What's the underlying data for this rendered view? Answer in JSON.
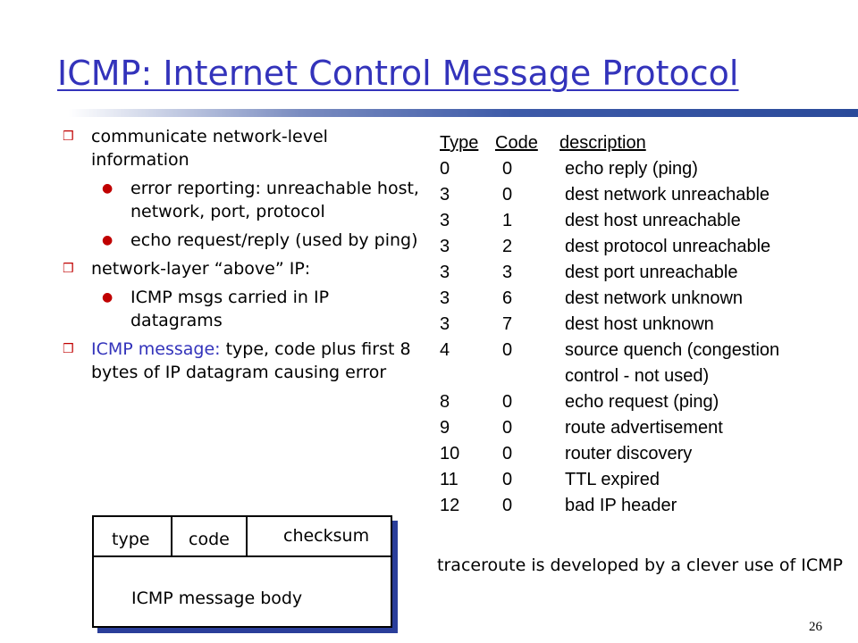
{
  "title": "ICMP: Internet Control Message Protocol",
  "colors": {
    "title": "#3333bb",
    "bullet_marker": "#c00000",
    "shadow": "#2a3e9a"
  },
  "bullets": {
    "b1": "communicate network-level information",
    "b1_sub1": "error reporting: unreachable host, network, port, protocol",
    "b1_sub2": "echo request/reply (used by ping)",
    "b2": "network-layer “above” IP:",
    "b2_sub1": "ICMP msgs carried in IP datagrams",
    "b3_highlight": "ICMP message:",
    "b3_rest": " type, code plus first 8 bytes of IP datagram causing error"
  },
  "table": {
    "headers": {
      "type": "Type",
      "code": "Code",
      "description": "description"
    },
    "rows": [
      {
        "type": "0",
        "code": "0",
        "description": "echo reply (ping)"
      },
      {
        "type": "3",
        "code": "0",
        "description": "dest network unreachable"
      },
      {
        "type": "3",
        "code": "1",
        "description": "dest host unreachable"
      },
      {
        "type": "3",
        "code": "2",
        "description": "dest protocol unreachable"
      },
      {
        "type": "3",
        "code": "3",
        "description": "dest port unreachable"
      },
      {
        "type": "3",
        "code": "6",
        "description": "dest network unknown"
      },
      {
        "type": "3",
        "code": "7",
        "description": "dest host unknown"
      },
      {
        "type": "4",
        "code": "0",
        "description": "source quench (congestion"
      },
      {
        "type": "",
        "code": "",
        "description": "control - not used)"
      },
      {
        "type": "8",
        "code": "0",
        "description": "echo request (ping)"
      },
      {
        "type": "9",
        "code": "0",
        "description": "route advertisement"
      },
      {
        "type": "10",
        "code": "0",
        "description": "router discovery"
      },
      {
        "type": "11",
        "code": "0",
        "description": "TTL expired"
      },
      {
        "type": "12",
        "code": "0",
        "description": "bad IP header"
      }
    ]
  },
  "diagram": {
    "type": "type",
    "code": "code",
    "checksum": "checksum",
    "body": "ICMP message body"
  },
  "traceroute_note": "traceroute is developed by a clever use of ICMP",
  "page_number": "26"
}
